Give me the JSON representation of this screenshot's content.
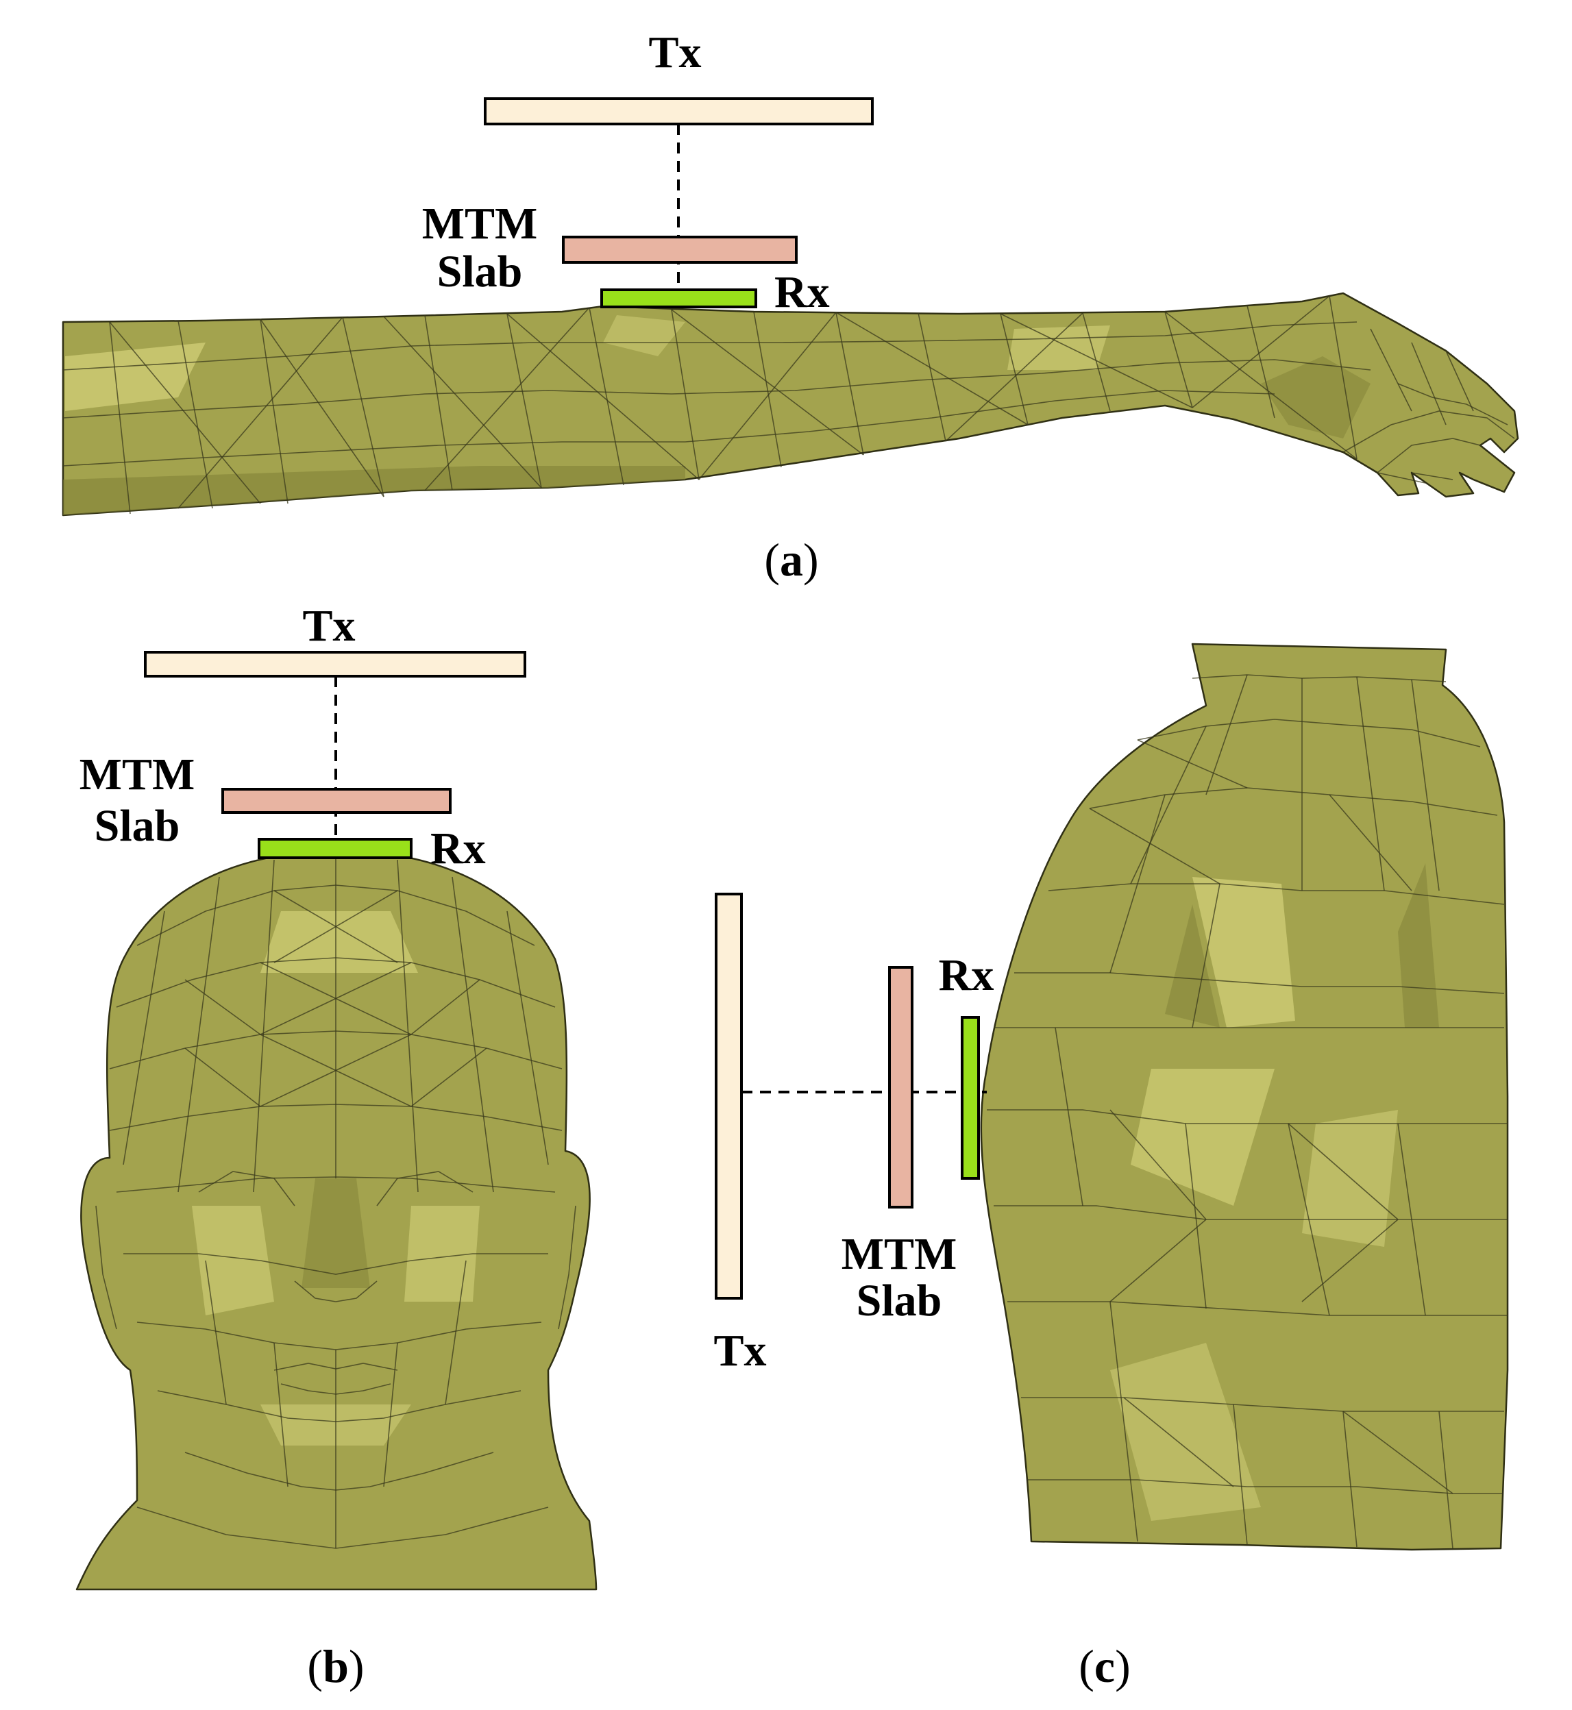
{
  "panels": {
    "a": {
      "caption_open": "(",
      "caption_letter": "a",
      "caption_close": ")",
      "tx_label": "Tx",
      "mtm_label_line1": "MTM",
      "mtm_label_line2": "Slab",
      "rx_label": "Rx"
    },
    "b": {
      "caption_open": "(",
      "caption_letter": "b",
      "caption_close": ")",
      "tx_label": "Tx",
      "mtm_label_line1": "MTM",
      "mtm_label_line2": "Slab",
      "rx_label": "Rx"
    },
    "c": {
      "caption_open": "(",
      "caption_letter": "c",
      "caption_close": ")",
      "tx_label": "Tx",
      "mtm_label_line1": "MTM",
      "mtm_label_line2": "Slab",
      "rx_label": "Rx"
    }
  },
  "colors": {
    "tx_plate": "#fdf0d8",
    "mtm_slab": "#e8b4a2",
    "rx_plate": "#99e01a",
    "body_mesh": "#a3a34e",
    "body_highlight": "#d4d27a",
    "body_shadow": "#7f7f35"
  }
}
